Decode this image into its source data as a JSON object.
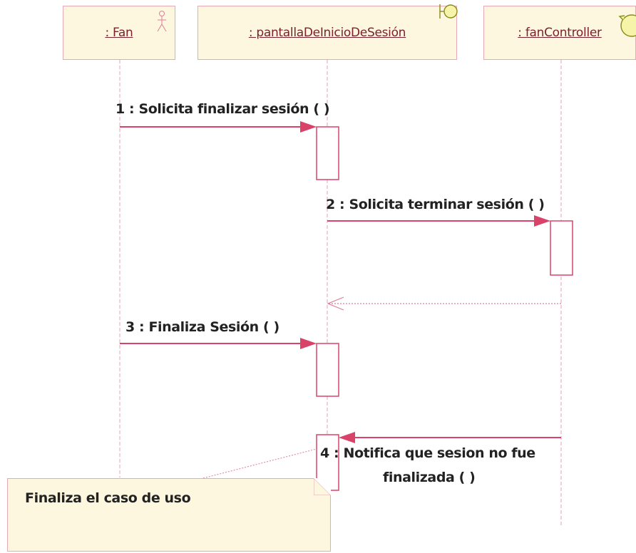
{
  "lifelines": [
    {
      "name": ": Fan",
      "stereotype": "actor"
    },
    {
      "name": ": pantallaDeInicioDeSesión",
      "stereotype": "boundary"
    },
    {
      "name": ": fanController",
      "stereotype": "control"
    }
  ],
  "messages": [
    {
      "label": "1 : Solicita finalizar sesión (  )"
    },
    {
      "label": "2 : Solicita terminar sesión (  )"
    },
    {
      "label": "3 : Finaliza Sesión (  )"
    },
    {
      "label_line1": "4 : Notifica que sesion no fue",
      "label_line2": "finalizada (  )"
    }
  ],
  "note": {
    "text": "Finaliza el caso de uso"
  },
  "colors": {
    "line": "#d9436a",
    "lifeline_dash": "#e0a4b4",
    "box_fill": "#fdf7df",
    "box_border": "#e8a9b6",
    "return_arrow": "#e07d98"
  }
}
